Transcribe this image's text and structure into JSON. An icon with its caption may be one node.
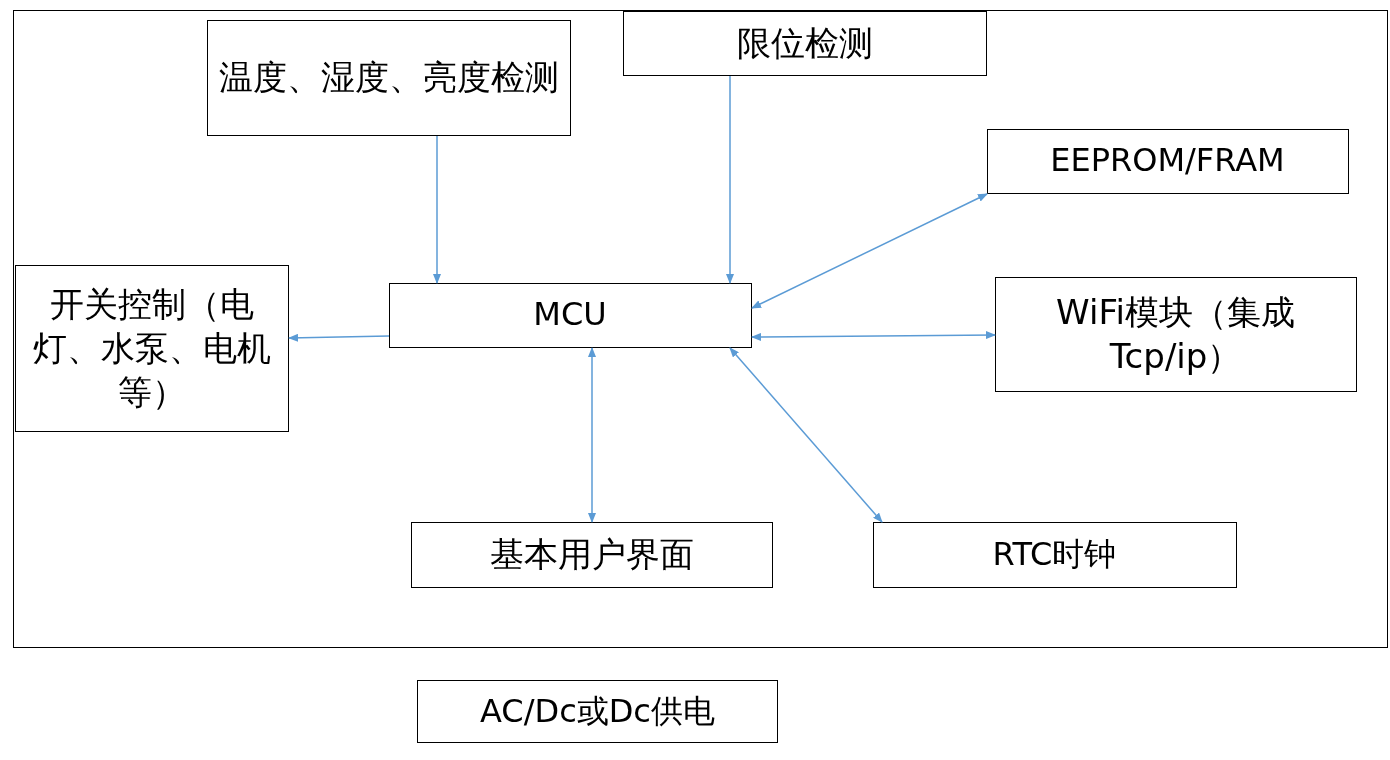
{
  "diagram": {
    "nodes": [
      {
        "text": [],
        "shape": "box"
      },
      {
        "text": [
          "温度、湿度、亮度检测"
        ],
        "in": 0
      },
      {
        "text": [
          "限位检测"
        ],
        "in": 0
      },
      {
        "text": [
          "EEPROM/FRAM"
        ],
        "in": 0
      },
      {
        "text": [
          "开关控制（电灯、水泵、电机等）"
        ],
        "in": 0
      },
      {
        "text": [
          "MCU"
        ],
        "in": 0
      },
      {
        "text": [
          "WiFi模块（集成Tcp/ip）"
        ],
        "in": 0
      },
      {
        "text": [
          "基本用户界面"
        ],
        "in": 0
      },
      {
        "text": [
          "RTC时钟"
        ],
        "in": 0
      },
      {
        "text": [
          "AC/Dc或Dc供电"
        ]
      }
    ],
    "edges": [
      {
        "from": 1,
        "to": 5,
        "arrow": "to"
      },
      {
        "from": 2,
        "to": 5,
        "arrow": "to"
      },
      {
        "from": 5,
        "to": 4,
        "arrow": "to"
      },
      {
        "from": 3,
        "to": 5,
        "arrow": "both"
      },
      {
        "from": 5,
        "to": 6,
        "arrow": "both"
      },
      {
        "from": 5,
        "to": 7,
        "arrow": "both"
      },
      {
        "from": 5,
        "to": 8,
        "arrow": "both"
      }
    ]
  }
}
